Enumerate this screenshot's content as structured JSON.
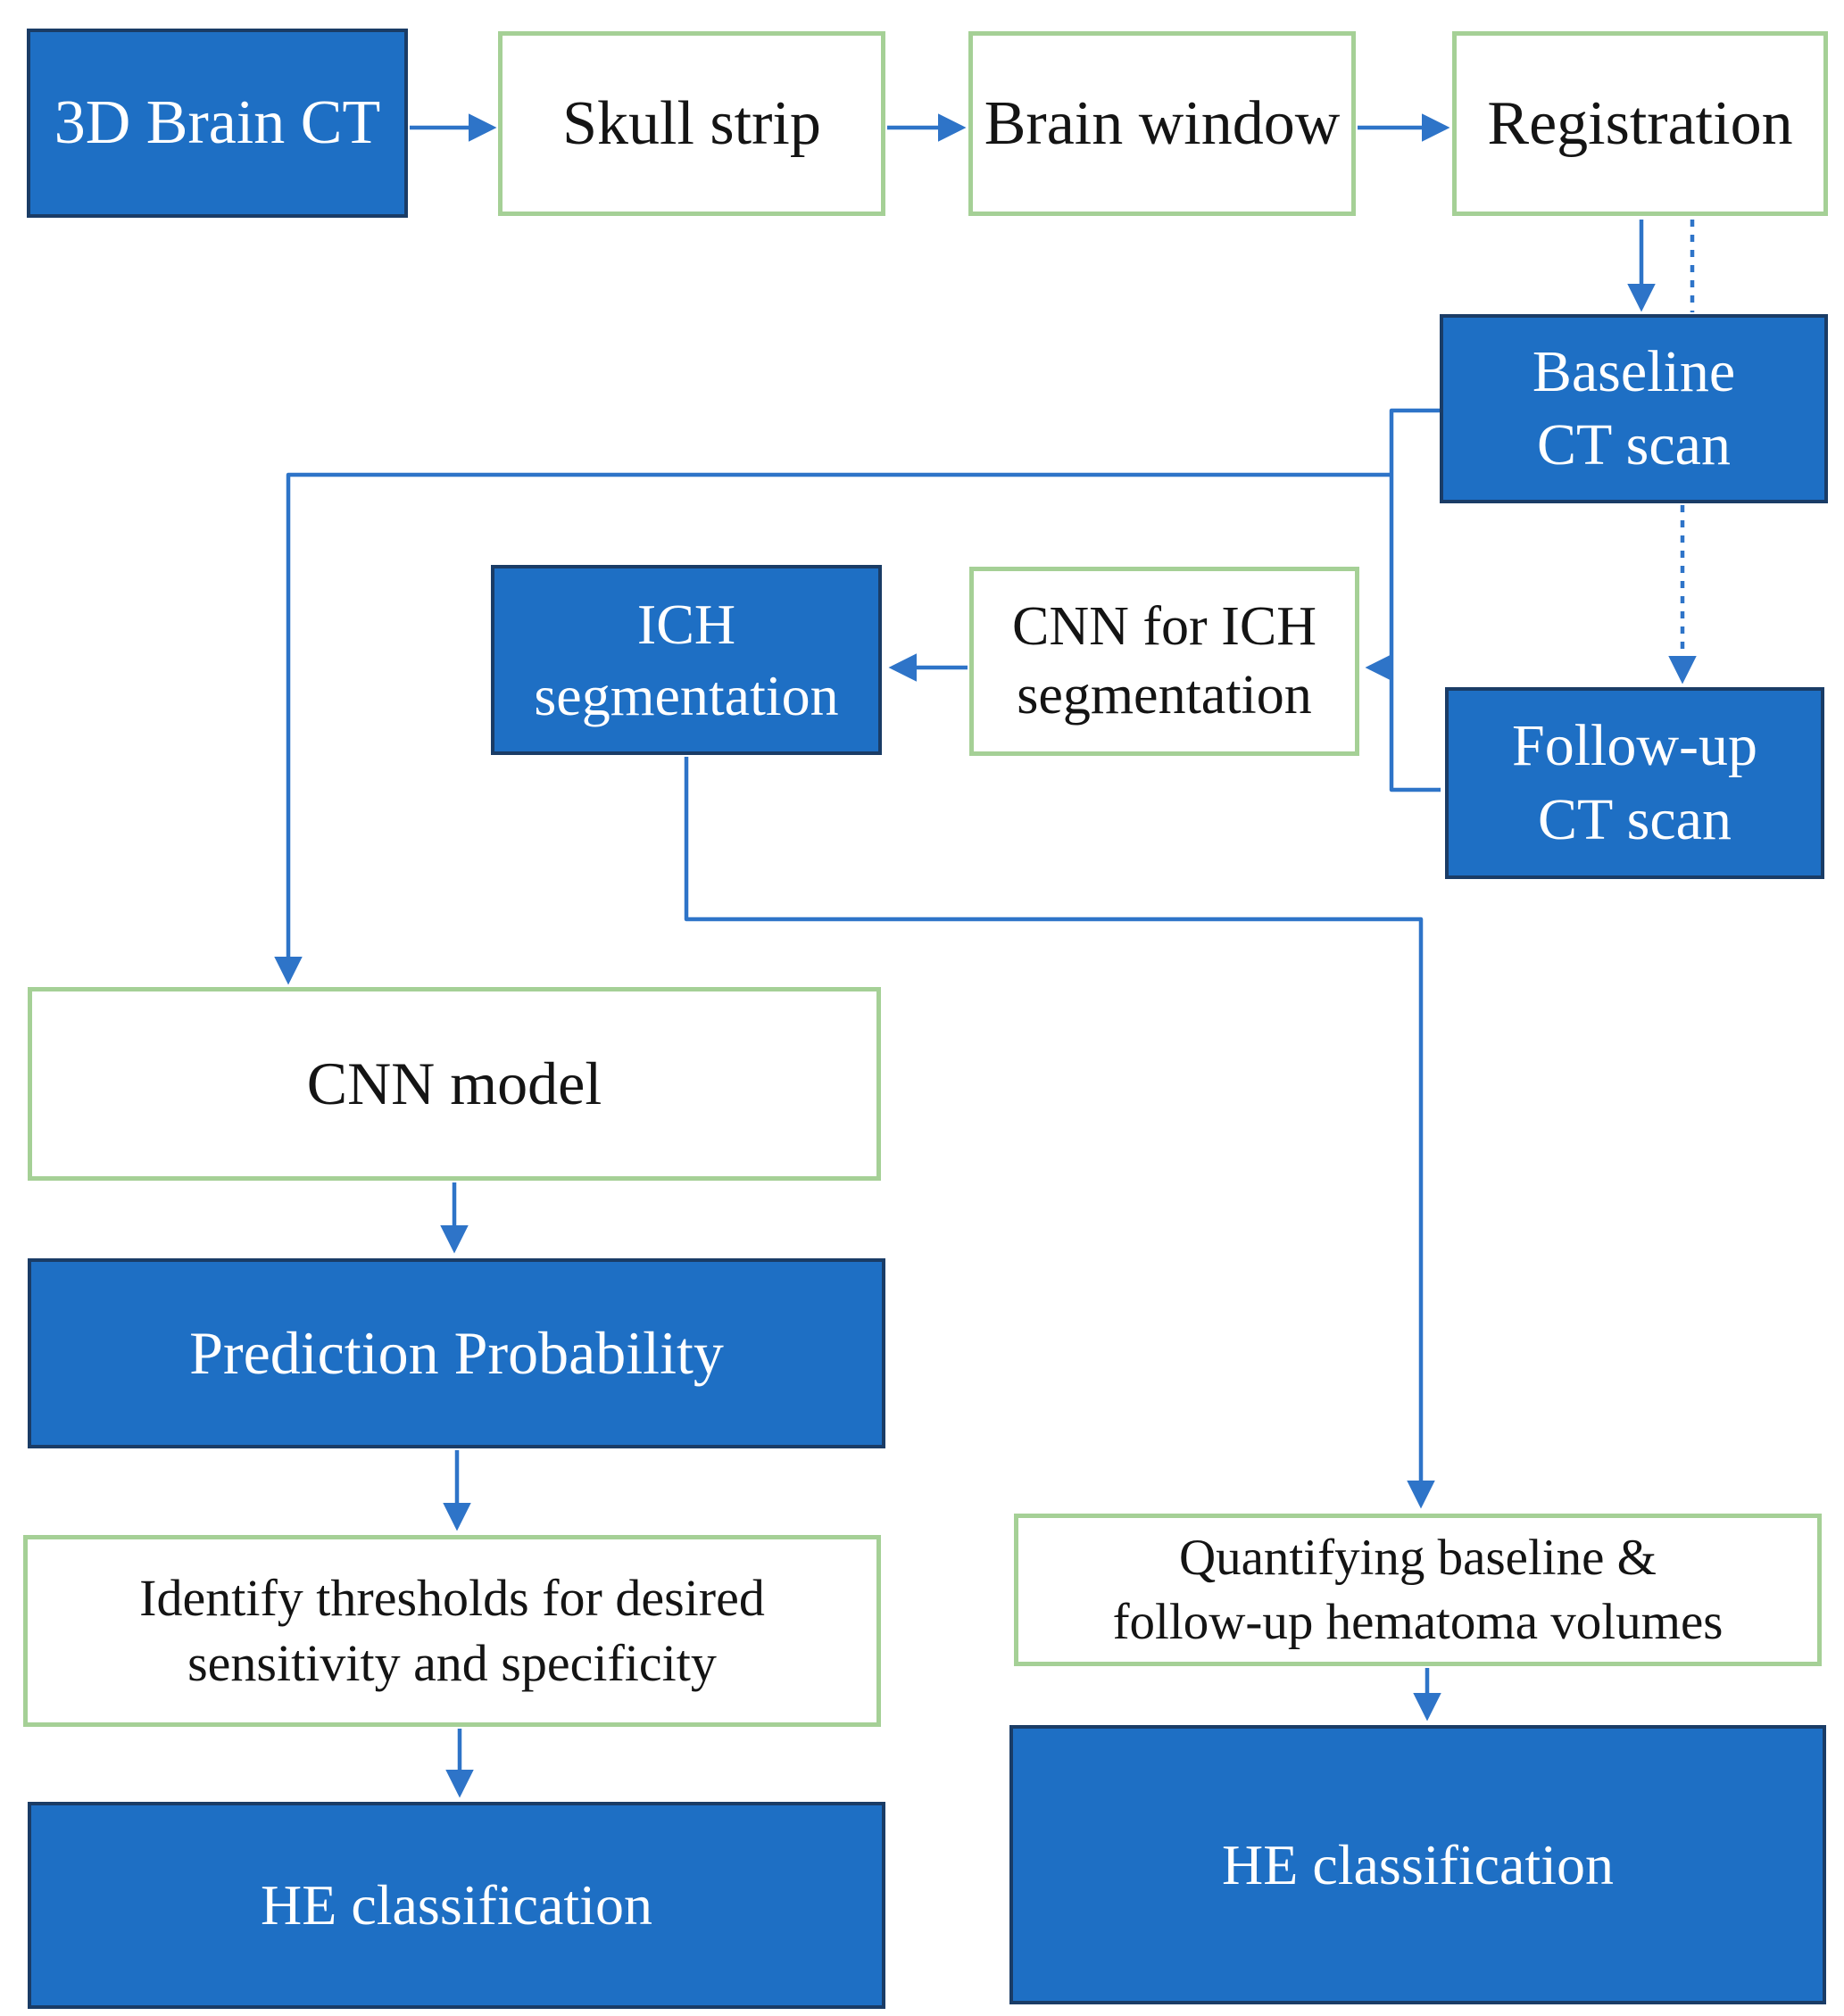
{
  "figure": {
    "kind": "flowchart",
    "description": "Deep-learning pipeline for intracerebral hemorrhage (ICH) processing and hematoma expansion (HE) classification"
  },
  "colors": {
    "background": "#ffffff",
    "box_blue_fill": "#1e6fc4",
    "box_blue_border": "#1a3c66",
    "box_green_border": "#a5d096",
    "arrow_blue": "#2e74c8",
    "text_on_blue": "#ffffff",
    "text_on_white": "#141414"
  },
  "nodes": {
    "brain_ct": {
      "label": "3D Brain CT"
    },
    "skull_strip": {
      "label": "Skull strip"
    },
    "brain_window": {
      "label": "Brain window"
    },
    "registration": {
      "label": "Registration"
    },
    "baseline": {
      "label": "Baseline\nCT scan"
    },
    "cnn_ich": {
      "label": "CNN for ICH\nsegmentation"
    },
    "ich_seg": {
      "label": "ICH\nsegmentation"
    },
    "followup": {
      "label": "Follow-up\nCT scan"
    },
    "cnn_model": {
      "label": "CNN model"
    },
    "pred_prob": {
      "label": "Prediction Probability"
    },
    "identify": {
      "label": "Identify thresholds for desired\nsensitivity and specificity"
    },
    "he_left": {
      "label": "HE classification"
    },
    "quantify": {
      "label": "Quantifying baseline &\nfollow-up hematoma volumes"
    },
    "he_right": {
      "label": "HE classification"
    }
  },
  "edges": [
    {
      "from": "brain_ct",
      "to": "skull_strip",
      "style": "solid-arrow"
    },
    {
      "from": "skull_strip",
      "to": "brain_window",
      "style": "solid-arrow"
    },
    {
      "from": "brain_window",
      "to": "registration",
      "style": "solid-arrow"
    },
    {
      "from": "registration",
      "to": "baseline",
      "style": "solid-arrow"
    },
    {
      "from": "registration",
      "to": "baseline",
      "style": "dashed-line"
    },
    {
      "from": "baseline",
      "to": "followup",
      "style": "dashed-arrow"
    },
    {
      "from": "baseline",
      "to": "cnn_ich",
      "style": "solid-arrow"
    },
    {
      "from": "followup",
      "to": "cnn_ich",
      "style": "solid-arrow"
    },
    {
      "from": "cnn_ich",
      "to": "ich_seg",
      "style": "solid-arrow"
    },
    {
      "from": "baseline",
      "to": "cnn_model",
      "style": "solid-arrow"
    },
    {
      "from": "cnn_model",
      "to": "pred_prob",
      "style": "solid-arrow"
    },
    {
      "from": "pred_prob",
      "to": "identify",
      "style": "solid-arrow"
    },
    {
      "from": "identify",
      "to": "he_left",
      "style": "solid-arrow"
    },
    {
      "from": "ich_seg",
      "to": "quantify",
      "style": "solid-arrow"
    },
    {
      "from": "quantify",
      "to": "he_right",
      "style": "solid-arrow"
    }
  ]
}
